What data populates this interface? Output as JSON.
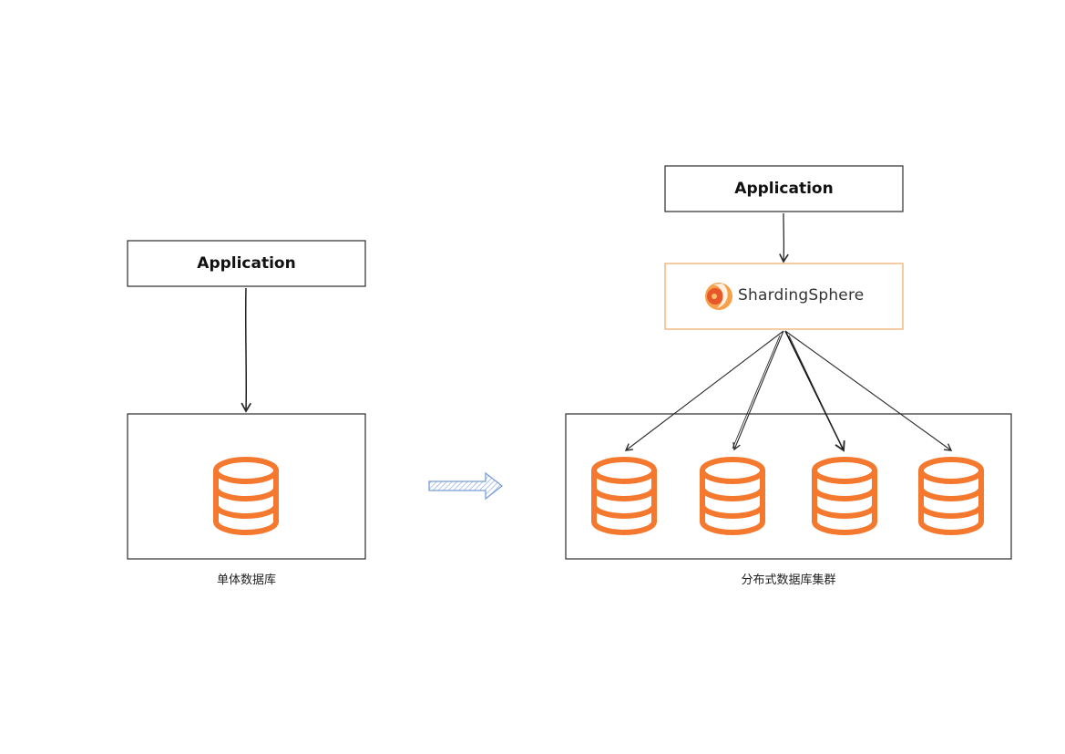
{
  "left": {
    "app_box": {
      "label": "Application"
    },
    "db_box": {
      "caption": "单体数据库"
    }
  },
  "transition_arrow": {
    "icon": "right-arrow-icon"
  },
  "right": {
    "app_box": {
      "label": "Application"
    },
    "middleware": {
      "name": "ShardingSphere",
      "logo_icon": "shardingsphere-logo-icon"
    },
    "cluster_box": {
      "caption": "分布式数据库集群",
      "database_count": 4
    }
  },
  "colors": {
    "database": "#f5782f",
    "middleware_border": "#f3b37a",
    "stroke": "#2b2b2b",
    "transition_arrow": "#7a9fd6"
  }
}
